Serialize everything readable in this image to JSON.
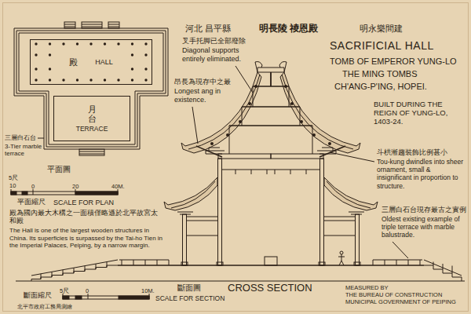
{
  "diagram": {
    "title": "SACRIFICIAL HALL",
    "nodes": [
      {
        "text": [
          "殿",
          "HALL"
        ]
      },
      {
        "text": [
          "月 台",
          "TERRACE"
        ]
      }
    ],
    "labels": [
      "河北 昌平縣",
      "明長陵 祾恩殿",
      "明永樂間建",
      "TOMB OF EMPEROR YUNG-LO",
      "THE MING TOMBS",
      "CH'ANG-P'ING, HOPEI.",
      "BUILT DURING THE REIGN OF YUNG-LO, 1403-24.",
      "叉手托脚已全部廢除",
      "Diagonal supports entirely eliminated.",
      "昂長為現存中之最",
      "Longest ang in existence.",
      "斗栱漸趨裝飾比例甚小",
      "Tou-kung dwindles into sheer ornament, small & insignificant in proportion to structure.",
      "三層白石台現存最古之實例",
      "Oldest existing example of triple terrace with marble balustrade.",
      "三層白石台",
      "3-Tier marble terrace",
      "平面圖",
      "5尺",
      "10",
      "0",
      "20",
      "40M.",
      "平面縮尺",
      "SCALE FOR PLAN",
      "殿為國內最大木構之一面積僅略遜於北平故宮太和殿",
      "The Hall is one of the largest wooden structures in China. Its superficies is surpassed by the Tai-ho Tien in the Imperial Palaces, Peiping, by a narrow margin.",
      "斷面圖",
      "CROSS SECTION",
      "斷面縮尺",
      "5尺",
      "0",
      "10M.",
      "SCALE FOR SECTION",
      "北平市政府工務局測繪",
      "MEASURED BY",
      "THE BUREAU OF CONSTRUCTION",
      "MUNICIPAL GOVERNMENT OF PEIPING"
    ]
  }
}
